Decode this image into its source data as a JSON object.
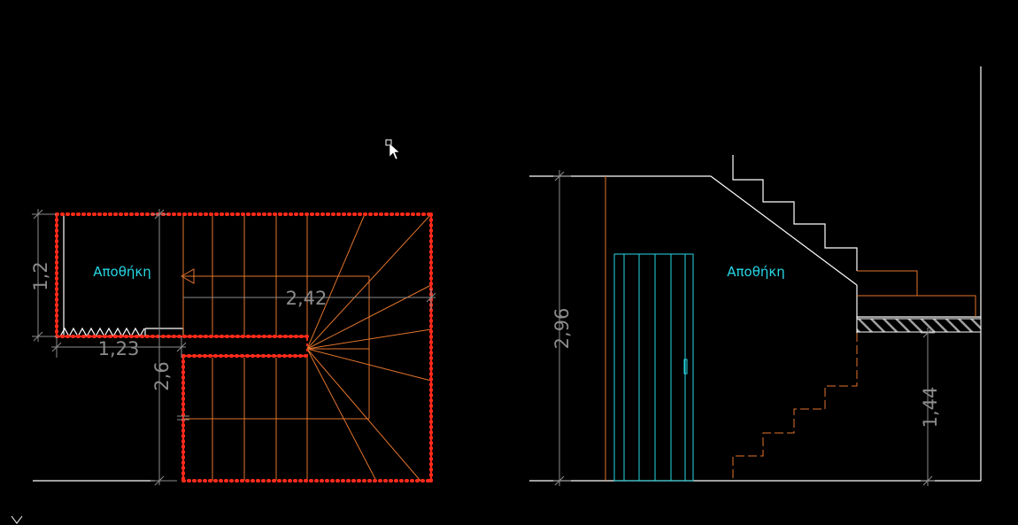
{
  "drawing": {
    "room_label_plan": "Αποθήκη",
    "room_label_section": "Αποθήκη",
    "dim_room_height": "1,2",
    "dim_room_width": "1,23",
    "dim_stair_run": "2,42",
    "dim_stair_depth": "2,6",
    "dim_section_height": "2,96",
    "dim_section_landing": "1,44"
  },
  "colors": {
    "background": "#000000",
    "line_white": "#ffffff",
    "line_orange": "#e3742b",
    "line_red": "#ff2a1a",
    "text_cyan": "#27d7e6",
    "dimension_gray": "#8c8c8c",
    "hatch_gray": "#9a9a9a"
  },
  "icons": {
    "cursor": "arrow-cursor-icon",
    "pick_box": "pick-box-icon",
    "ucs": "ucs-axis-icon"
  }
}
